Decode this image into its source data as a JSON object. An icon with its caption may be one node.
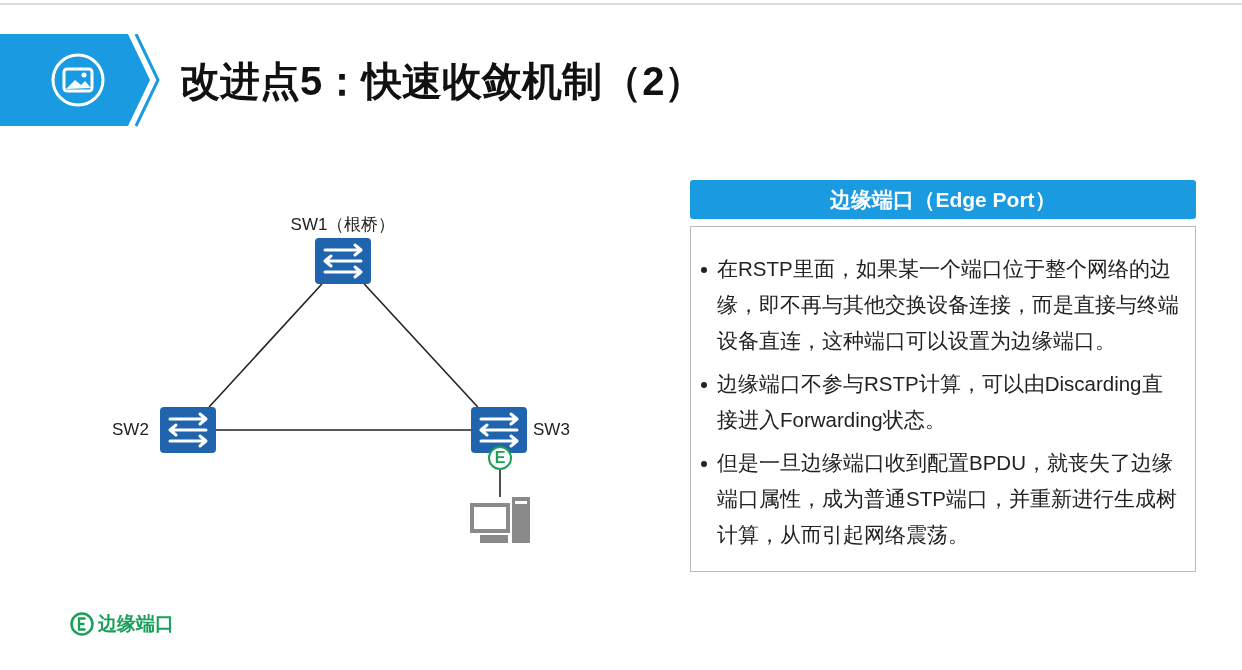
{
  "diagram": {
    "title": "改进点5：快速收敛机制（2）",
    "nodes": [
      {
        "text": [
          "SW1（根桥）"
        ]
      },
      {
        "text": [
          "SW2"
        ]
      },
      {
        "text": [
          "SW3"
        ]
      },
      {
        "text": [
          "E"
        ]
      },
      {
        "text": [],
        "shape": "picture"
      },
      {
        "text": [
          "边缘端口（Edge Port）",
          "在RSTP里面，如果某一个端口位于整个网络的边缘，即不再与其他交换设备连接，而是直接与终端设备直连，这种端口可以设置为边缘端口。",
          "边缘端口不参与RSTP计算，可以由Discarding直接进入Forwarding状态。",
          "但是一旦边缘端口收到配置BPDU，就丧失了边缘端口属性，成为普通STP端口，并重新进行生成树计算，从而引起网络震荡。"
        ]
      }
    ],
    "edges": [
      {
        "from": 0,
        "to": 1,
        "arrow": "none"
      },
      {
        "from": 0,
        "to": 2,
        "arrow": "none"
      },
      {
        "from": 1,
        "to": 2,
        "arrow": "none"
      },
      {
        "from": 3,
        "to": 4,
        "arrow": "none"
      }
    ],
    "legend": [
      {
        "text": "边缘端口"
      }
    ]
  }
}
